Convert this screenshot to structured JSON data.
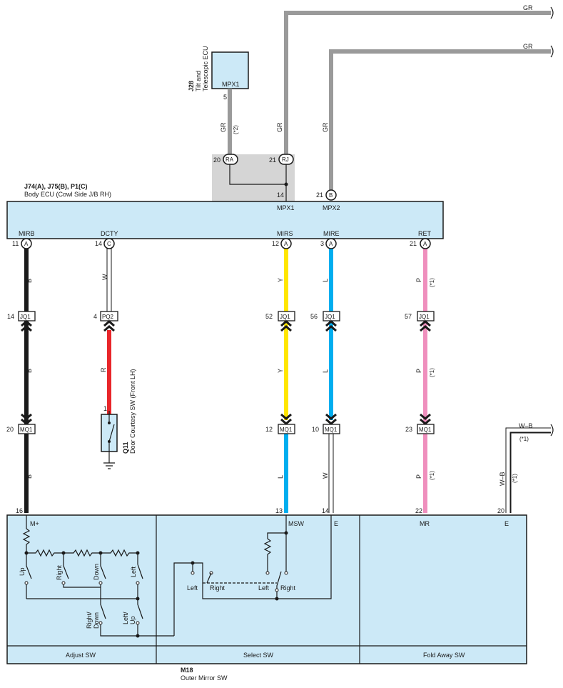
{
  "ecu_tilt": {
    "code": "J28",
    "name_line1": "Tilt and",
    "name_line2": "Telescopic ECU",
    "pin_label": "MPX1",
    "pin_num": "5"
  },
  "body_ecu": {
    "code": "J74(A), J75(B), P1(C)",
    "name": "Body ECU (Cowl Side J/B RH)",
    "pins": {
      "mpx1": "MPX1",
      "mpx2": "MPX2",
      "mirb": "MIRB",
      "dcty": "DCTY",
      "mirs": "MIRS",
      "mire": "MIRE",
      "ret": "RET"
    },
    "pin_nums": {
      "p14": "14",
      "p21b": "21",
      "p11": "11",
      "p14c": "14",
      "p12": "12",
      "p3": "3",
      "p21a": "21"
    },
    "conn": {
      "a": "A",
      "b": "B",
      "c": "C"
    }
  },
  "junction_conn": {
    "ra_num": "20",
    "ra": "RA",
    "rj_num": "21",
    "rj": "RJ"
  },
  "wires": {
    "gr": "GR",
    "b": "B",
    "w": "W",
    "r": "R",
    "y": "Y",
    "l": "L",
    "p": "P",
    "wb": "W–B",
    "note1": "(*1)",
    "note2": "(*2)"
  },
  "connectors": {
    "jq1": "JQ1",
    "pq2": "PQ2",
    "mq1": "MQ1",
    "jq1_14": "14",
    "pq2_4": "4",
    "jq1_52": "52",
    "jq1_56": "56",
    "jq1_57": "57",
    "mq1_20": "20",
    "mq1_12": "12",
    "mq1_10": "10",
    "mq1_23": "23"
  },
  "door_sw": {
    "code": "Q11",
    "name": "Door Courtesy SW (Front LH)",
    "pin": "1"
  },
  "mirror_sw": {
    "code": "M18",
    "name": "Outer Mirror SW",
    "pins": {
      "p16": "16",
      "p13": "13",
      "p14": "14",
      "p22": "22",
      "p20": "20"
    },
    "terms": {
      "mplus": "M+",
      "msw": "MSW",
      "e1": "E",
      "mr": "MR",
      "e2": "E"
    },
    "switches": {
      "up": "Up",
      "right": "Right",
      "down": "Down",
      "left": "Left",
      "right_down_1": "Right/",
      "right_down_2": "Down",
      "left_up_1": "Left/",
      "left_up_2": "Up",
      "sel_left1": "Left",
      "sel_right1": "Right",
      "sel_left2": "Left",
      "sel_right2": "Right"
    },
    "sections": {
      "adjust": "Adjust SW",
      "select": "Select SW",
      "fold": "Fold Away SW"
    }
  },
  "colors": {
    "gr": "#9a9a9a",
    "black": "#1a1a1a",
    "red": "#e8262a",
    "yellow": "#ffe600",
    "blue": "#00aeef",
    "pink": "#ef8fbd",
    "box": "#cce9f7",
    "shade": "#d5d5d5"
  }
}
